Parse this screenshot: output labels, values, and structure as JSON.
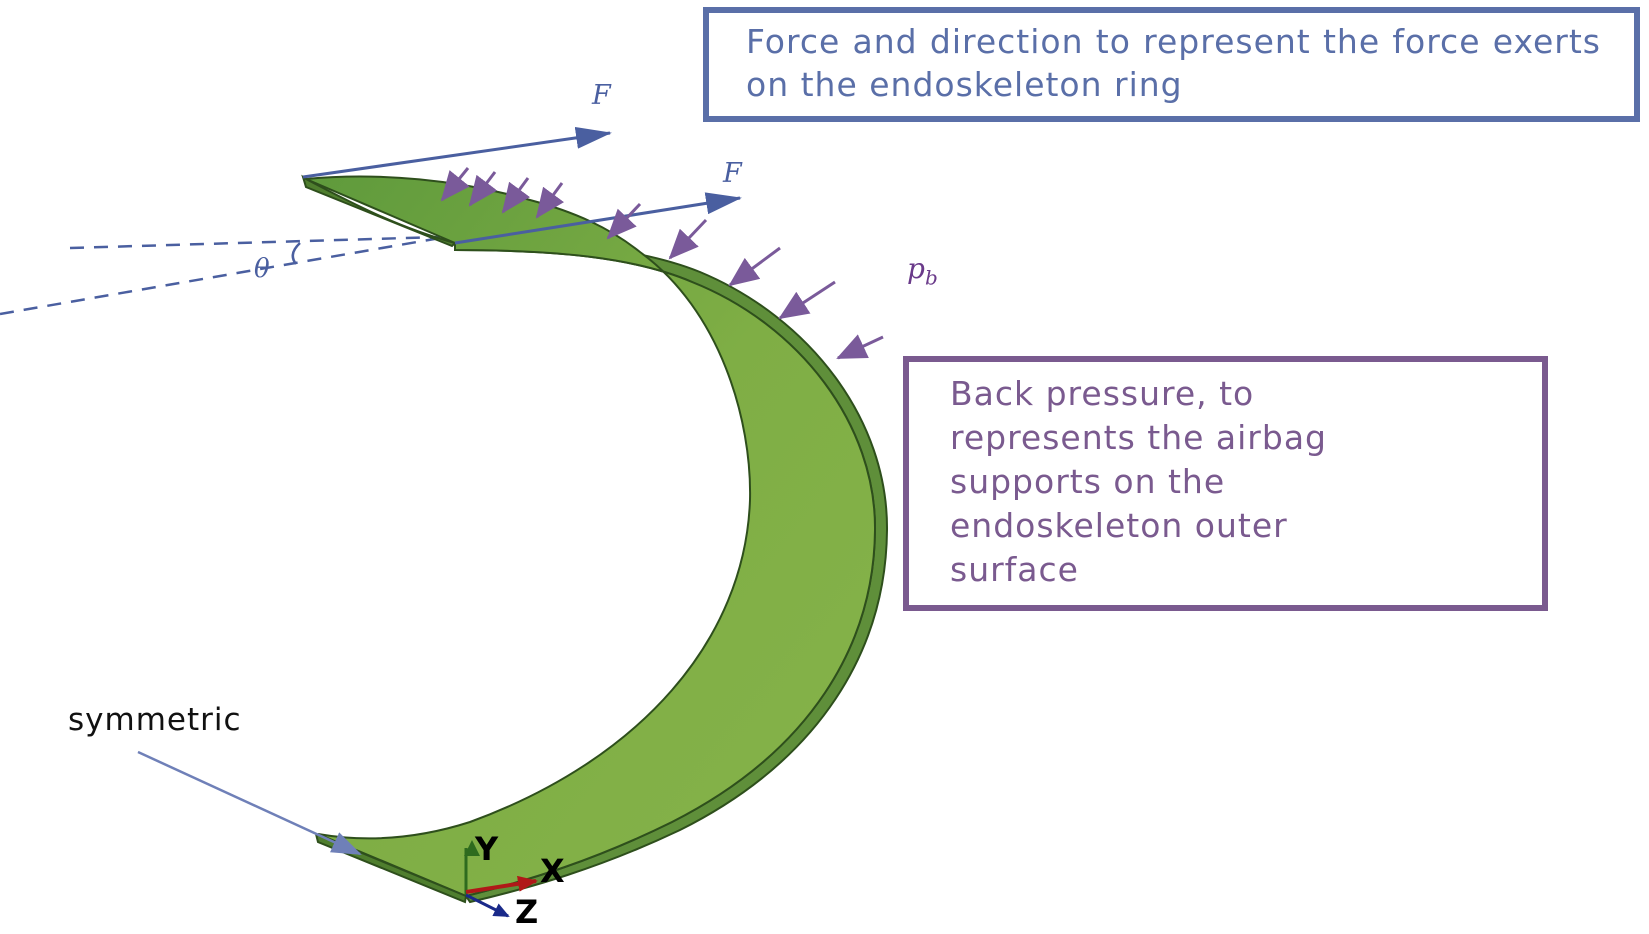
{
  "force_box": {
    "text": "Force and direction to represent the force exerts on the endoskeleton ring",
    "border_color": "#5a6fa8"
  },
  "back_pressure_box": {
    "text": "Back pressure, to\nrepresents the airbag\nsupports on the\nendoskeleton outer\nsurface",
    "border_color": "#7a5a8f"
  },
  "labels": {
    "force_top": "F",
    "force_mid": "F",
    "angle": "θ",
    "pressure_symbol": "p",
    "pressure_subscript": "b",
    "symmetric": "symmetric"
  },
  "axes": {
    "y": "Y",
    "x": "X",
    "z": "Z"
  },
  "colors": {
    "ring_fill": "#7fae45",
    "ring_edge": "#3f6a22",
    "force_arrow": "#4a5fa0",
    "pressure_arrow": "#7a5a9a",
    "axis_x": "#b01818",
    "axis_y": "#2e6b1e",
    "axis_z": "#1a2a8a"
  }
}
